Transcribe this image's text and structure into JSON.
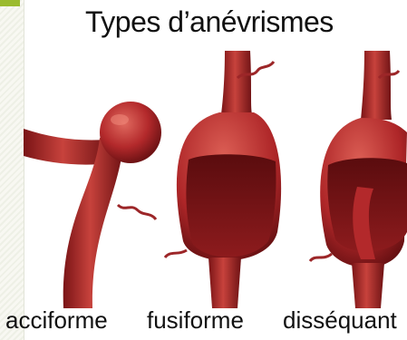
{
  "title": "Types d’anévrismes",
  "labels": {
    "saccular": "acciforme",
    "fusiform": "fusiforme",
    "dissecting": "disséquant"
  },
  "colors": {
    "vessel": "#b3292b",
    "vessel_dark": "#6e1214",
    "vessel_light": "#d9574f",
    "accent": "#9bbb2f"
  }
}
